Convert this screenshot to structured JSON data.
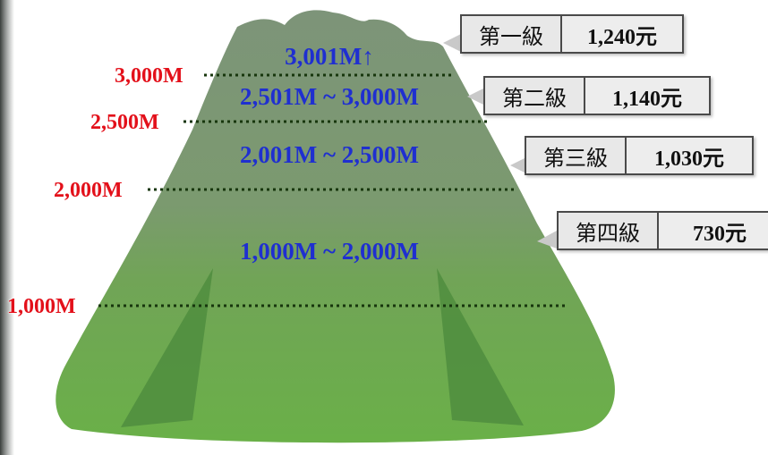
{
  "altitudes": [
    "3,000M",
    "2,500M",
    "2,000M",
    "1,000M"
  ],
  "bands": [
    {
      "range": "3,001M↑",
      "grade": "第一級",
      "price": "1,240元"
    },
    {
      "range": "2,501M ~ 3,000M",
      "grade": "第二級",
      "price": "1,140元"
    },
    {
      "range": "2,001M ~ 2,500M",
      "grade": "第三級",
      "price": "1,030元"
    },
    {
      "range": "1,000M ~ 2,000M",
      "grade": "第四級",
      "price": "730元"
    }
  ],
  "colors": {
    "mountain_top": "#7f977a",
    "mountain_base": "#6ab048",
    "altitude_text": "#e3101a",
    "range_text": "#1f2fd0",
    "contour_line": "#1a3a10"
  }
}
